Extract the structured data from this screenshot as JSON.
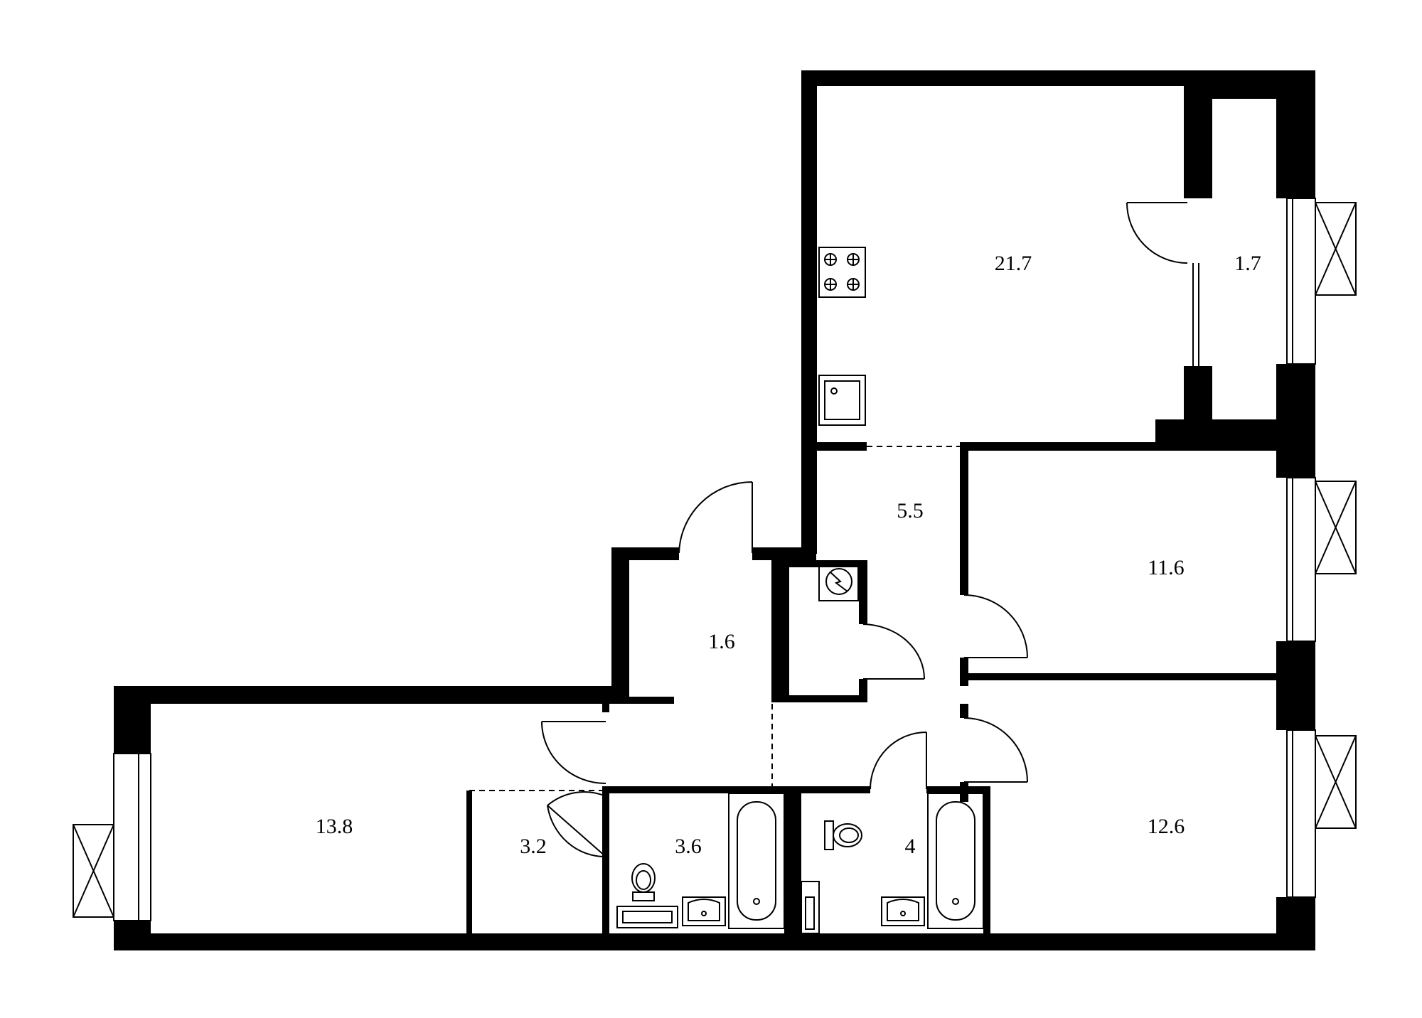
{
  "colors": {
    "wall": "#000000",
    "background": "#ffffff"
  },
  "rooms": [
    {
      "id": "kitchen-living",
      "area": "21.7"
    },
    {
      "id": "balcony",
      "area": "1.7"
    },
    {
      "id": "hall",
      "area": "5.5"
    },
    {
      "id": "bedroom-1",
      "area": "11.6"
    },
    {
      "id": "entrance",
      "area": "1.6"
    },
    {
      "id": "bedroom-2",
      "area": "13.8"
    },
    {
      "id": "storage",
      "area": "3.2"
    },
    {
      "id": "bathroom-1",
      "area": "3.6"
    },
    {
      "id": "bathroom-2",
      "area": "4"
    },
    {
      "id": "bedroom-3",
      "area": "12.6"
    }
  ],
  "icons": [
    "stove-icon",
    "sink-icon",
    "electrical-panel-icon",
    "bathtub-icon",
    "toilet-icon",
    "washbasin-icon",
    "ac-unit-icon"
  ]
}
